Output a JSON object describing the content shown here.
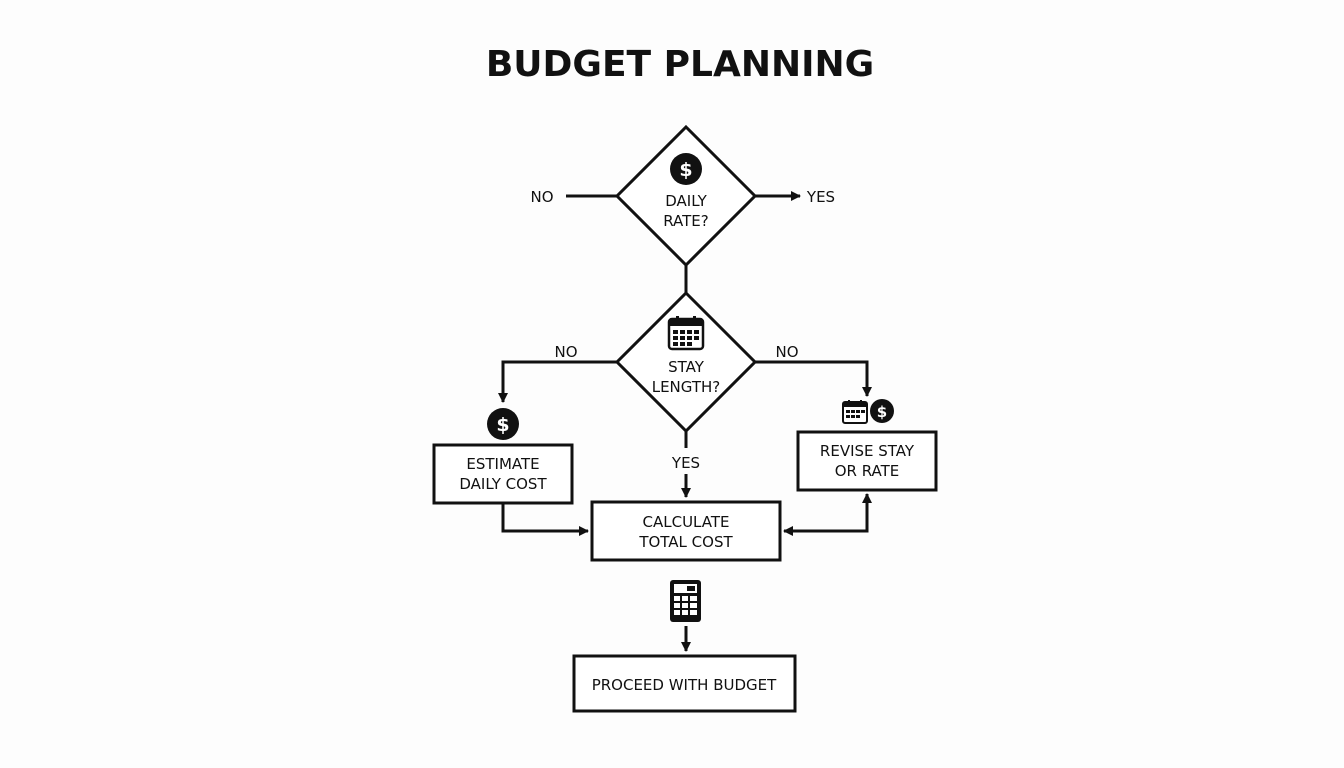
{
  "title": "BUDGET PLANNING",
  "nodes": {
    "daily_rate": {
      "line1": "DAILY",
      "line2": "RATE?",
      "icon": "dollar-icon"
    },
    "stay_length": {
      "line1": "STAY",
      "line2": "LENGTH?",
      "icon": "calendar-icon"
    },
    "estimate": {
      "line1": "ESTIMATE",
      "line2": "DAILY COST",
      "icon": "dollar-icon"
    },
    "revise": {
      "line1": "REVISE STAY",
      "line2": "OR RATE",
      "icon": "calendar-dollar-icon"
    },
    "calculate": {
      "line1": "CALCULATE",
      "line2": "TOTAL COST",
      "icon": "calculator-icon"
    },
    "proceed": {
      "label": "PROCEED WITH BUDGET"
    }
  },
  "edges": {
    "daily_no": "NO",
    "daily_yes": "YES",
    "stay_no_left": "NO",
    "stay_no_right": "NO",
    "stay_yes": "YES"
  },
  "colors": {
    "ink": "#111111",
    "background": "#fdfdfd"
  },
  "icons": {
    "dollar_glyph": "$"
  }
}
